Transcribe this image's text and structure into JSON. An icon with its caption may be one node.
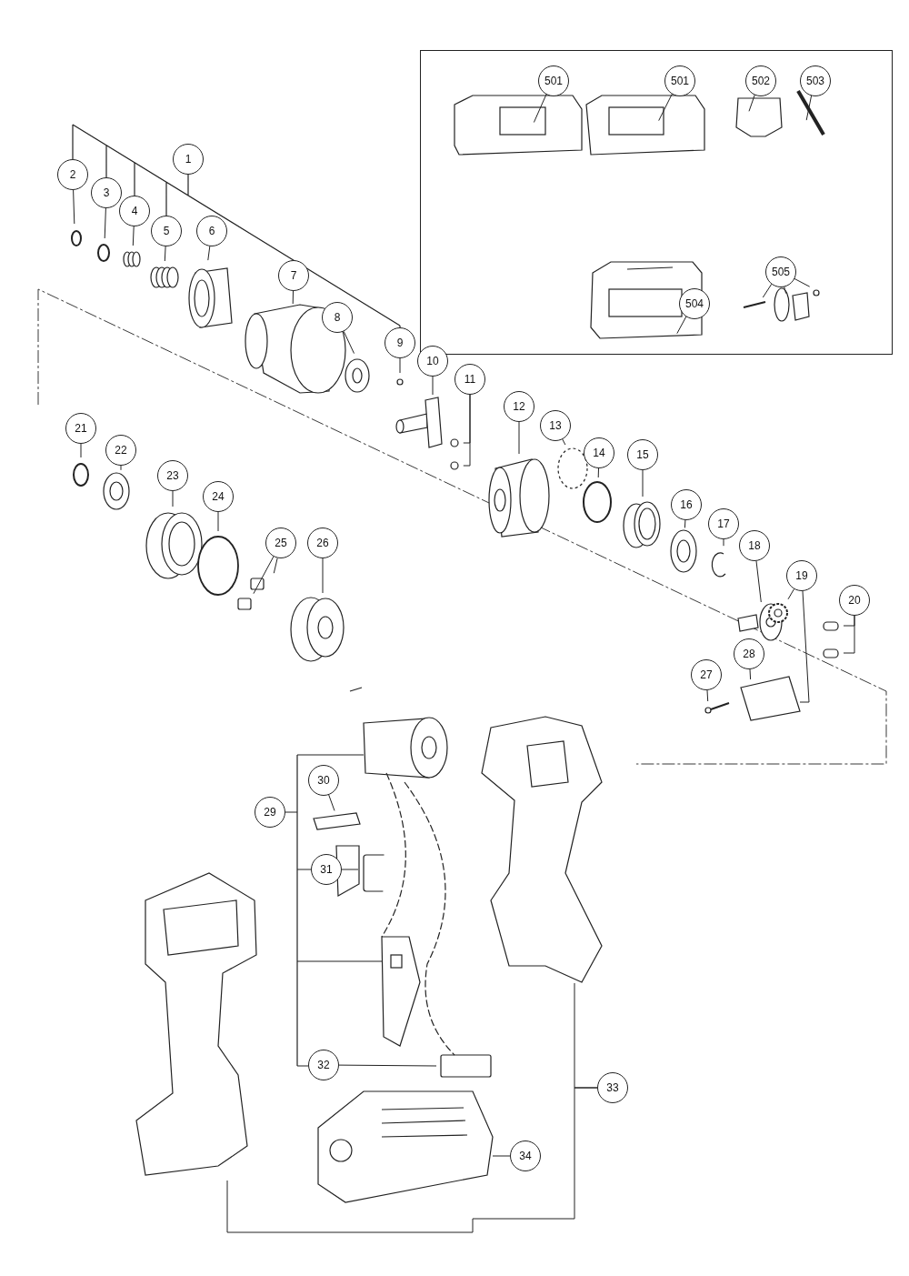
{
  "diagram": {
    "nodes": [
      {
        "text": [],
        "shape": "box"
      },
      {
        "text": [
          "501"
        ],
        "in": 0
      },
      {
        "text": [
          "501"
        ],
        "in": 0
      },
      {
        "text": [
          "502"
        ],
        "in": 0
      },
      {
        "text": [
          "503"
        ],
        "in": 0
      },
      {
        "text": [
          "504"
        ],
        "in": 0
      },
      {
        "text": [
          "505"
        ],
        "in": 0
      },
      {
        "text": [
          "1"
        ]
      },
      {
        "text": [
          "2"
        ]
      },
      {
        "text": [
          "3"
        ]
      },
      {
        "text": [
          "4"
        ]
      },
      {
        "text": [
          "5"
        ]
      },
      {
        "text": [
          "6"
        ]
      },
      {
        "text": [
          "7"
        ]
      },
      {
        "text": [
          "8"
        ]
      },
      {
        "text": [
          "9"
        ]
      },
      {
        "text": [
          "10"
        ]
      },
      {
        "text": [
          "11"
        ]
      },
      {
        "text": [
          "12"
        ]
      },
      {
        "text": [
          "13"
        ]
      },
      {
        "text": [
          "14"
        ]
      },
      {
        "text": [
          "15"
        ]
      },
      {
        "text": [
          "16"
        ]
      },
      {
        "text": [
          "17"
        ]
      },
      {
        "text": [
          "18"
        ]
      },
      {
        "text": [
          "19"
        ]
      },
      {
        "text": [
          "20"
        ]
      },
      {
        "text": [
          "21"
        ]
      },
      {
        "text": [
          "22"
        ]
      },
      {
        "text": [
          "23"
        ]
      },
      {
        "text": [
          "24"
        ]
      },
      {
        "text": [
          "25"
        ]
      },
      {
        "text": [
          "26"
        ]
      },
      {
        "text": [
          "27"
        ]
      },
      {
        "text": [
          "28"
        ]
      },
      {
        "text": [
          "29"
        ]
      },
      {
        "text": [
          "30"
        ]
      },
      {
        "text": [
          "31"
        ]
      },
      {
        "text": [
          "32"
        ]
      },
      {
        "text": [
          "33"
        ]
      },
      {
        "text": [
          "34"
        ]
      }
    ],
    "edges": [
      {
        "from": 1,
        "to": null,
        "arrow": "none"
      },
      {
        "from": 2,
        "to": null,
        "arrow": "none"
      },
      {
        "from": 3,
        "to": null,
        "arrow": "none"
      },
      {
        "from": 4,
        "to": null,
        "arrow": "none"
      },
      {
        "from": 5,
        "to": null,
        "arrow": "none"
      },
      {
        "from": 6,
        "to": null,
        "arrow": "none"
      },
      {
        "from": 6,
        "to": null,
        "arrow": "none"
      },
      {
        "from": 6,
        "to": null,
        "arrow": "none"
      },
      {
        "from": 8,
        "to": null,
        "arrow": "none"
      },
      {
        "from": 9,
        "to": null,
        "arrow": "none"
      },
      {
        "from": 10,
        "to": null,
        "arrow": "none"
      },
      {
        "from": 11,
        "to": null,
        "arrow": "none"
      },
      {
        "from": 12,
        "to": null,
        "arrow": "none"
      },
      {
        "from": 13,
        "to": null,
        "arrow": "none"
      },
      {
        "from": 14,
        "to": null,
        "arrow": "none"
      },
      {
        "from": 15,
        "to": null,
        "arrow": "none"
      },
      {
        "from": 16,
        "to": null,
        "arrow": "none"
      },
      {
        "from": 17,
        "to": null,
        "arrow": "none"
      },
      {
        "from": 17,
        "to": null,
        "arrow": "none"
      },
      {
        "from": 18,
        "to": null,
        "arrow": "none"
      },
      {
        "from": 19,
        "to": null,
        "arrow": "none"
      },
      {
        "from": 20,
        "to": null,
        "arrow": "none"
      },
      {
        "from": 21,
        "to": null,
        "arrow": "none"
      },
      {
        "from": 22,
        "to": null,
        "arrow": "none"
      },
      {
        "from": 23,
        "to": null,
        "arrow": "none"
      },
      {
        "from": 24,
        "to": null,
        "arrow": "none"
      },
      {
        "from": 25,
        "to": null,
        "arrow": "none"
      },
      {
        "from": 25,
        "to": null,
        "arrow": "none"
      },
      {
        "from": 26,
        "to": null,
        "arrow": "none"
      },
      {
        "from": 26,
        "to": null,
        "arrow": "none"
      },
      {
        "from": 27,
        "to": null,
        "arrow": "none"
      },
      {
        "from": 28,
        "to": null,
        "arrow": "none"
      },
      {
        "from": 29,
        "to": null,
        "arrow": "none"
      },
      {
        "from": 30,
        "to": null,
        "arrow": "none"
      },
      {
        "from": 31,
        "to": null,
        "arrow": "none"
      },
      {
        "from": 31,
        "to": null,
        "arrow": "none"
      },
      {
        "from": 32,
        "to": null,
        "arrow": "none"
      },
      {
        "from": 33,
        "to": null,
        "arrow": "none"
      },
      {
        "from": 34,
        "to": null,
        "arrow": "none"
      },
      {
        "from": 36,
        "to": null,
        "arrow": "none"
      },
      {
        "from": 37,
        "to": null,
        "arrow": "none"
      },
      {
        "from": 38,
        "to": null,
        "arrow": "none"
      },
      {
        "from": 39,
        "to": null,
        "arrow": "none"
      },
      {
        "from": 39,
        "to": null,
        "arrow": "none"
      },
      {
        "from": 40,
        "to": null,
        "arrow": "none"
      }
    ]
  }
}
